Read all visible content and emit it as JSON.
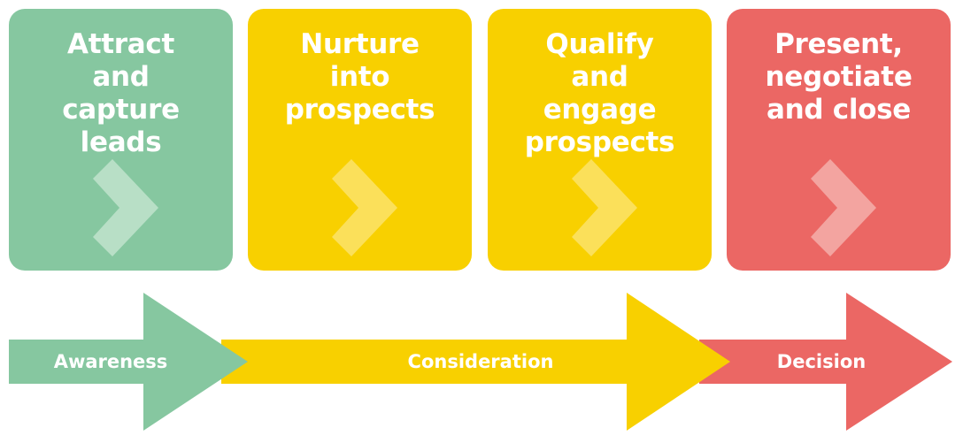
{
  "colors": {
    "green": "#86c7a0",
    "yellow": "#f8d000",
    "red": "#eb6764",
    "green_chevron": "#b8dfc6",
    "yellow_chevron": "#fbe05a",
    "red_chevron": "#f3a4a0",
    "text": "#ffffff"
  },
  "cards": [
    {
      "title": "Attract\nand\ncapture\nleads",
      "icon": "chevron-right-icon"
    },
    {
      "title": "Nurture\ninto\nprospects",
      "icon": "chevron-right-icon"
    },
    {
      "title": "Qualify\nand\nengage\nprospects",
      "icon": "chevron-right-icon"
    },
    {
      "title": "Present,\nnegotiate\nand close",
      "icon": "chevron-right-icon"
    }
  ],
  "stages": [
    {
      "label": "Awareness"
    },
    {
      "label": "Consideration"
    },
    {
      "label": "Decision"
    }
  ]
}
